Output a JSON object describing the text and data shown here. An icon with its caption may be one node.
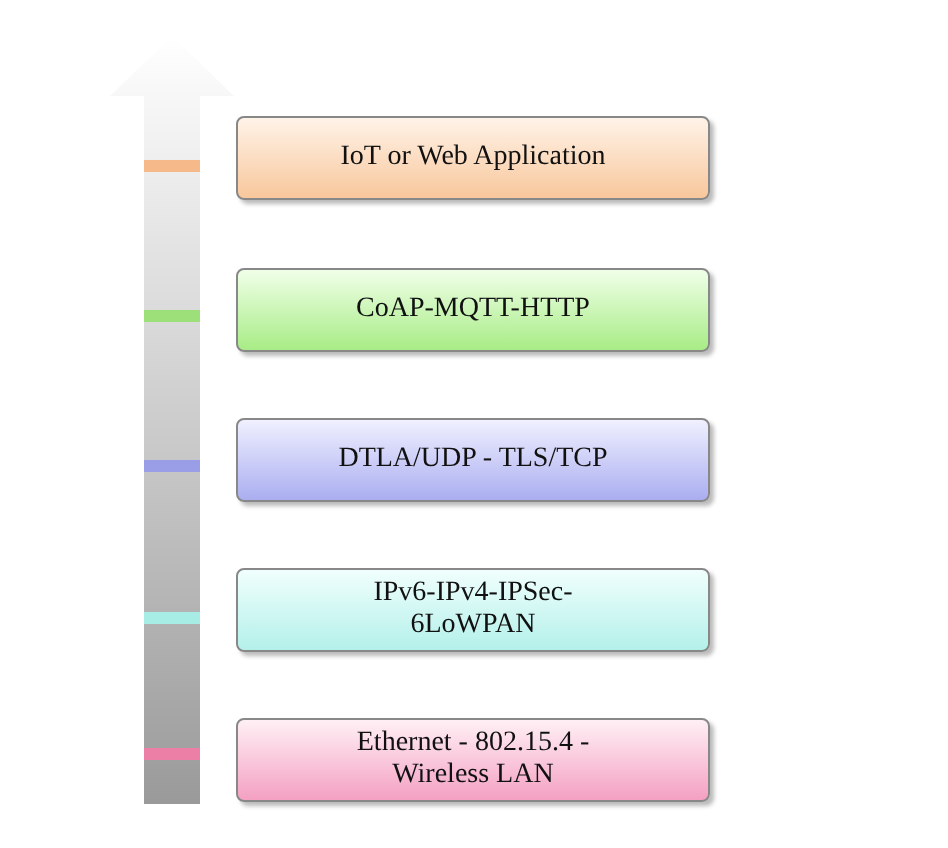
{
  "diagram": {
    "nodes": [
      {
        "text": [
          "IoT or Web Application"
        ]
      },
      {
        "text": [
          "CoAP-MQTT-HTTP"
        ]
      },
      {
        "text": [
          "DTLA/UDP - TLS/TCP"
        ]
      },
      {
        "text": [
          "IPv6-IPv4-IPSec-6LoWPAN"
        ]
      },
      {
        "text": [
          "Ethernet - 802.15.4 - Wireless LAN"
        ]
      }
    ]
  }
}
